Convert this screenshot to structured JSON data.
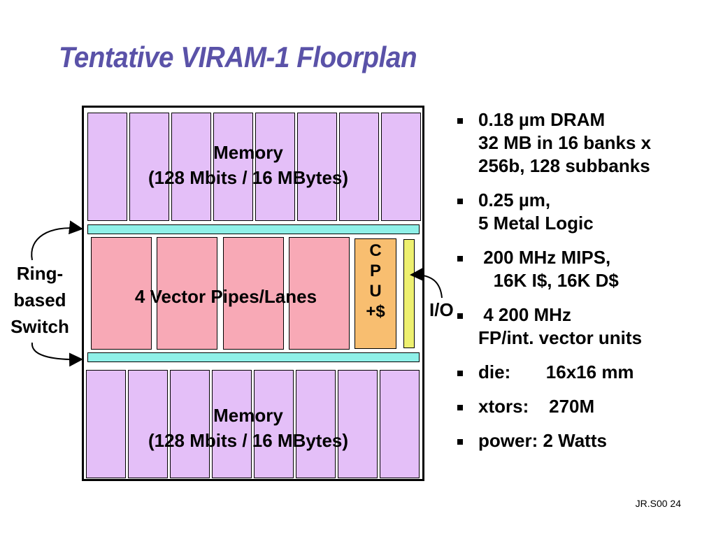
{
  "title": "Tentative VIRAM-1 Floorplan",
  "floorplan": {
    "memory_top": {
      "line1": "Memory",
      "line2": "(128 Mbits / 16 MBytes)"
    },
    "memory_bottom": {
      "line1": "Memory",
      "line2": "(128 Mbits / 16 MBytes)"
    },
    "lanes_label": "4 Vector Pipes/Lanes",
    "cpu_label": [
      "C",
      "P",
      "U",
      "+$"
    ],
    "io_label": "I/O",
    "switch_label": [
      "Ring-",
      "based",
      "Switch"
    ]
  },
  "bullets": [
    "0.18 µm DRAM\n32 MB in 16 banks x\n256b, 128 subbanks",
    "0.25 µm,\n5 Metal Logic",
    " 200 MHz MIPS,\n   16K I$, 16K D$",
    " 4 200 MHz\nFP/int. vector units",
    "die:       16x16 mm",
    "xtors:    270M",
    "power: 2 Watts"
  ],
  "footer": "JR.S00 24",
  "colors": {
    "title": "#5a52a8",
    "memory": "#e4bff8",
    "bus": "#8ff0e8",
    "lanes": "#f8a9b6",
    "cpu": "#f8be70",
    "io": "#eef070"
  }
}
